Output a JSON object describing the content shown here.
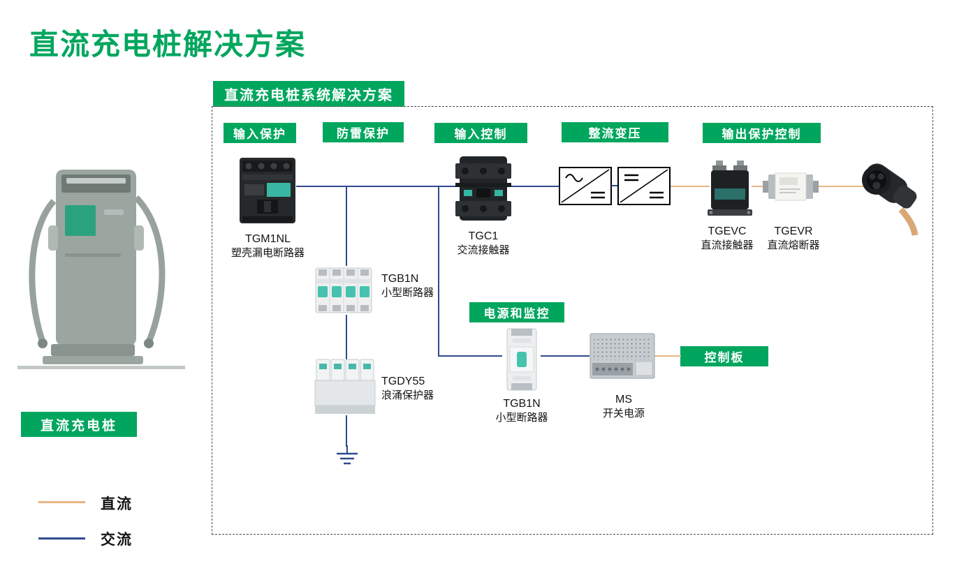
{
  "page": {
    "title": "直流充电桩解决方案"
  },
  "diagram": {
    "header": "直流充电桩系统解决方案",
    "badges": {
      "input_protection": "输入保护",
      "surge_protection": "防雷保护",
      "input_control": "输入控制",
      "rectification": "整流变压",
      "output_protection": "输出保护控制",
      "power_monitoring": "电源和监控",
      "control_board": "控制板"
    },
    "components": {
      "tgm1nl": {
        "model": "TGM1NL",
        "name": "塑壳漏电断路器"
      },
      "tgb1n_main": {
        "model": "TGB1N",
        "name": "小型断路器"
      },
      "tgdy55": {
        "model": "TGDY55",
        "name": "浪涌保护器"
      },
      "tgc1": {
        "model": "TGC1",
        "name": "交流接触器"
      },
      "tgevc": {
        "model": "TGEVC",
        "name": "直流接触器"
      },
      "tgevr": {
        "model": "TGEVR",
        "name": "直流熔断器"
      },
      "tgb1n_aux": {
        "model": "TGB1N",
        "name": "小型断路器"
      },
      "ms": {
        "model": "MS",
        "name": "开关电源"
      }
    },
    "pile_label": "直流充电桩",
    "legend": {
      "dc": "直流",
      "ac": "交流"
    },
    "colors": {
      "brand_green": "#00A65E",
      "dc_line": "#E8B583",
      "ac_line": "#2E4A8E"
    }
  }
}
